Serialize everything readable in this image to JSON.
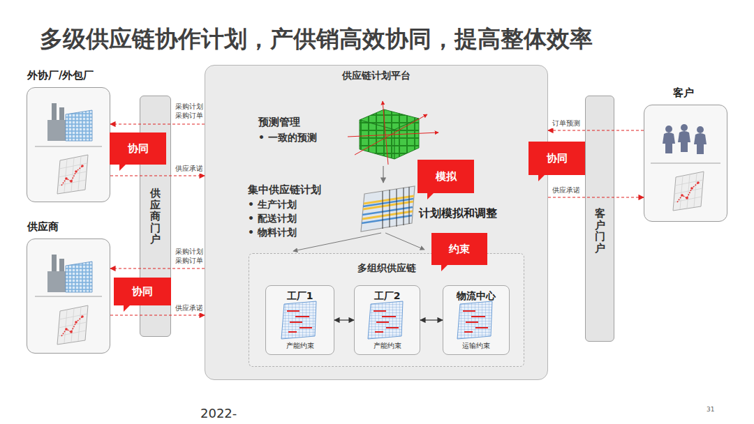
{
  "diagram": {
    "title": "多级供应链协作计划，产供销高效协同，提高整体效率",
    "nodes": [
      {
        "text": [
          "外协厂/外包厂"
        ]
      },
      {
        "text": [
          "供应商"
        ]
      },
      {
        "text": [
          "供应商门户"
        ]
      },
      {
        "text": [
          "协同"
        ]
      },
      {
        "text": [
          "协同"
        ]
      },
      {
        "text": [
          "供应链计划平台"
        ]
      },
      {
        "text": [
          "模拟"
        ],
        "in": 5
      },
      {
        "text": [
          "多组织供应链"
        ],
        "in": 5
      },
      {
        "text": [
          "约束"
        ],
        "in": 5
      },
      {
        "text": [
          "工厂1",
          "产能约束"
        ],
        "in": 7
      },
      {
        "text": [
          "工厂2",
          "产能约束"
        ],
        "in": 7
      },
      {
        "text": [
          "物流中心",
          "运输约束"
        ],
        "in": 7
      },
      {
        "text": [
          "协同"
        ]
      },
      {
        "text": [
          "客户门户"
        ]
      },
      {
        "text": [
          "客户"
        ]
      }
    ],
    "edges": [
      {
        "from": 5,
        "to": 0,
        "label": "采购计划 采购订单",
        "arrow": "to"
      },
      {
        "from": 0,
        "to": 5,
        "label": "供应承诺",
        "arrow": "to"
      },
      {
        "from": 5,
        "to": 1,
        "label": "采购计划 采购订单",
        "arrow": "to"
      },
      {
        "from": 1,
        "to": 5,
        "label": "供应承诺",
        "arrow": "to"
      },
      {
        "from": 14,
        "to": 5,
        "label": "订单预测",
        "arrow": "to"
      },
      {
        "from": 5,
        "to": 14,
        "label": "供应承诺",
        "arrow": "to"
      },
      {
        "from": 9,
        "to": 10,
        "arrow": "both"
      },
      {
        "from": 10,
        "to": 11,
        "arrow": "both"
      }
    ],
    "labels": [
      "预测管理",
      "• 一致的预测",
      "集中供应链计划",
      "• 生产计划",
      "• 配送计划",
      "• 物料计划",
      "计划模拟和调整",
      "2022-",
      "31"
    ]
  }
}
